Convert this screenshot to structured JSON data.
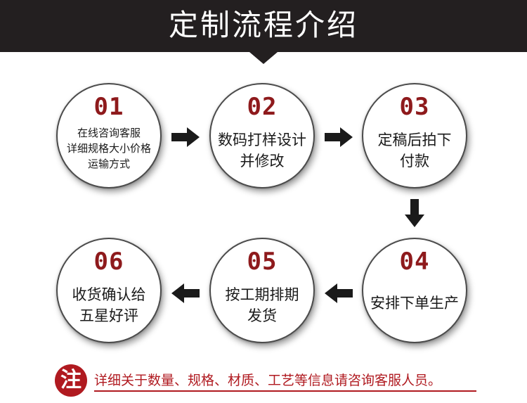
{
  "header": {
    "title": "定制流程介绍"
  },
  "steps": [
    {
      "number": "01",
      "text": "在线咨询客服\n详细规格大小价格\n运输方式"
    },
    {
      "number": "02",
      "text": "数码打样设计\n并修改"
    },
    {
      "number": "03",
      "text": "定稿后拍下\n付款"
    },
    {
      "number": "04",
      "text": "安排下单生产"
    },
    {
      "number": "05",
      "text": "按工期排期\n发货"
    },
    {
      "number": "06",
      "text": "收货确认给\n五星好评"
    }
  ],
  "note": {
    "icon_label": "注",
    "text": "详细关于数量、规格、材质、工艺等信息请咨询客服人员。"
  },
  "colors": {
    "header_bg": "#231f20",
    "accent_red": "#8e1a1c",
    "note_red": "#b01a20",
    "arrow": "#1a1a1a"
  }
}
